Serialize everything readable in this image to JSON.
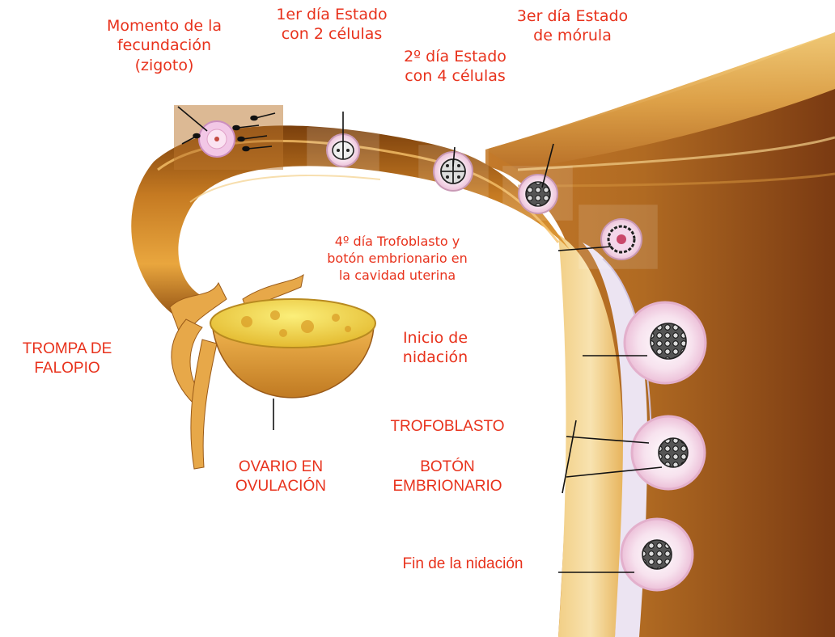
{
  "colors": {
    "label_text": "#e8321c",
    "tissue_dark": "#8a4a10",
    "tissue_mid": "#c57a22",
    "tissue_light": "#f3c45a",
    "ovary_yellow": "#f6e04a",
    "embryo_pink": "#f6d4ec",
    "leader_line": "#111111"
  },
  "labels": {
    "zigoto": "Momento de la\nfecundación\n(zigoto)",
    "dia1": "1er día Estado\ncon 2 células",
    "dia2": "2º día Estado\ncon 4 células",
    "dia3": "3er día Estado\nde mórula",
    "dia4": "4º día Trofoblasto y\nbotón embrionario en\nla cavidad uterina",
    "inicio_nidacion": "Inicio de\nnidación",
    "trompa": "TROMPA DE\nFALOPIO",
    "ovario": "OVARIO EN\nOVULACIÓN",
    "trofoblasto": "TROFOBLASTO",
    "boton": "BOTÓN\nEMBRIONARIO",
    "fin_nidacion": "Fin de la nidación"
  }
}
